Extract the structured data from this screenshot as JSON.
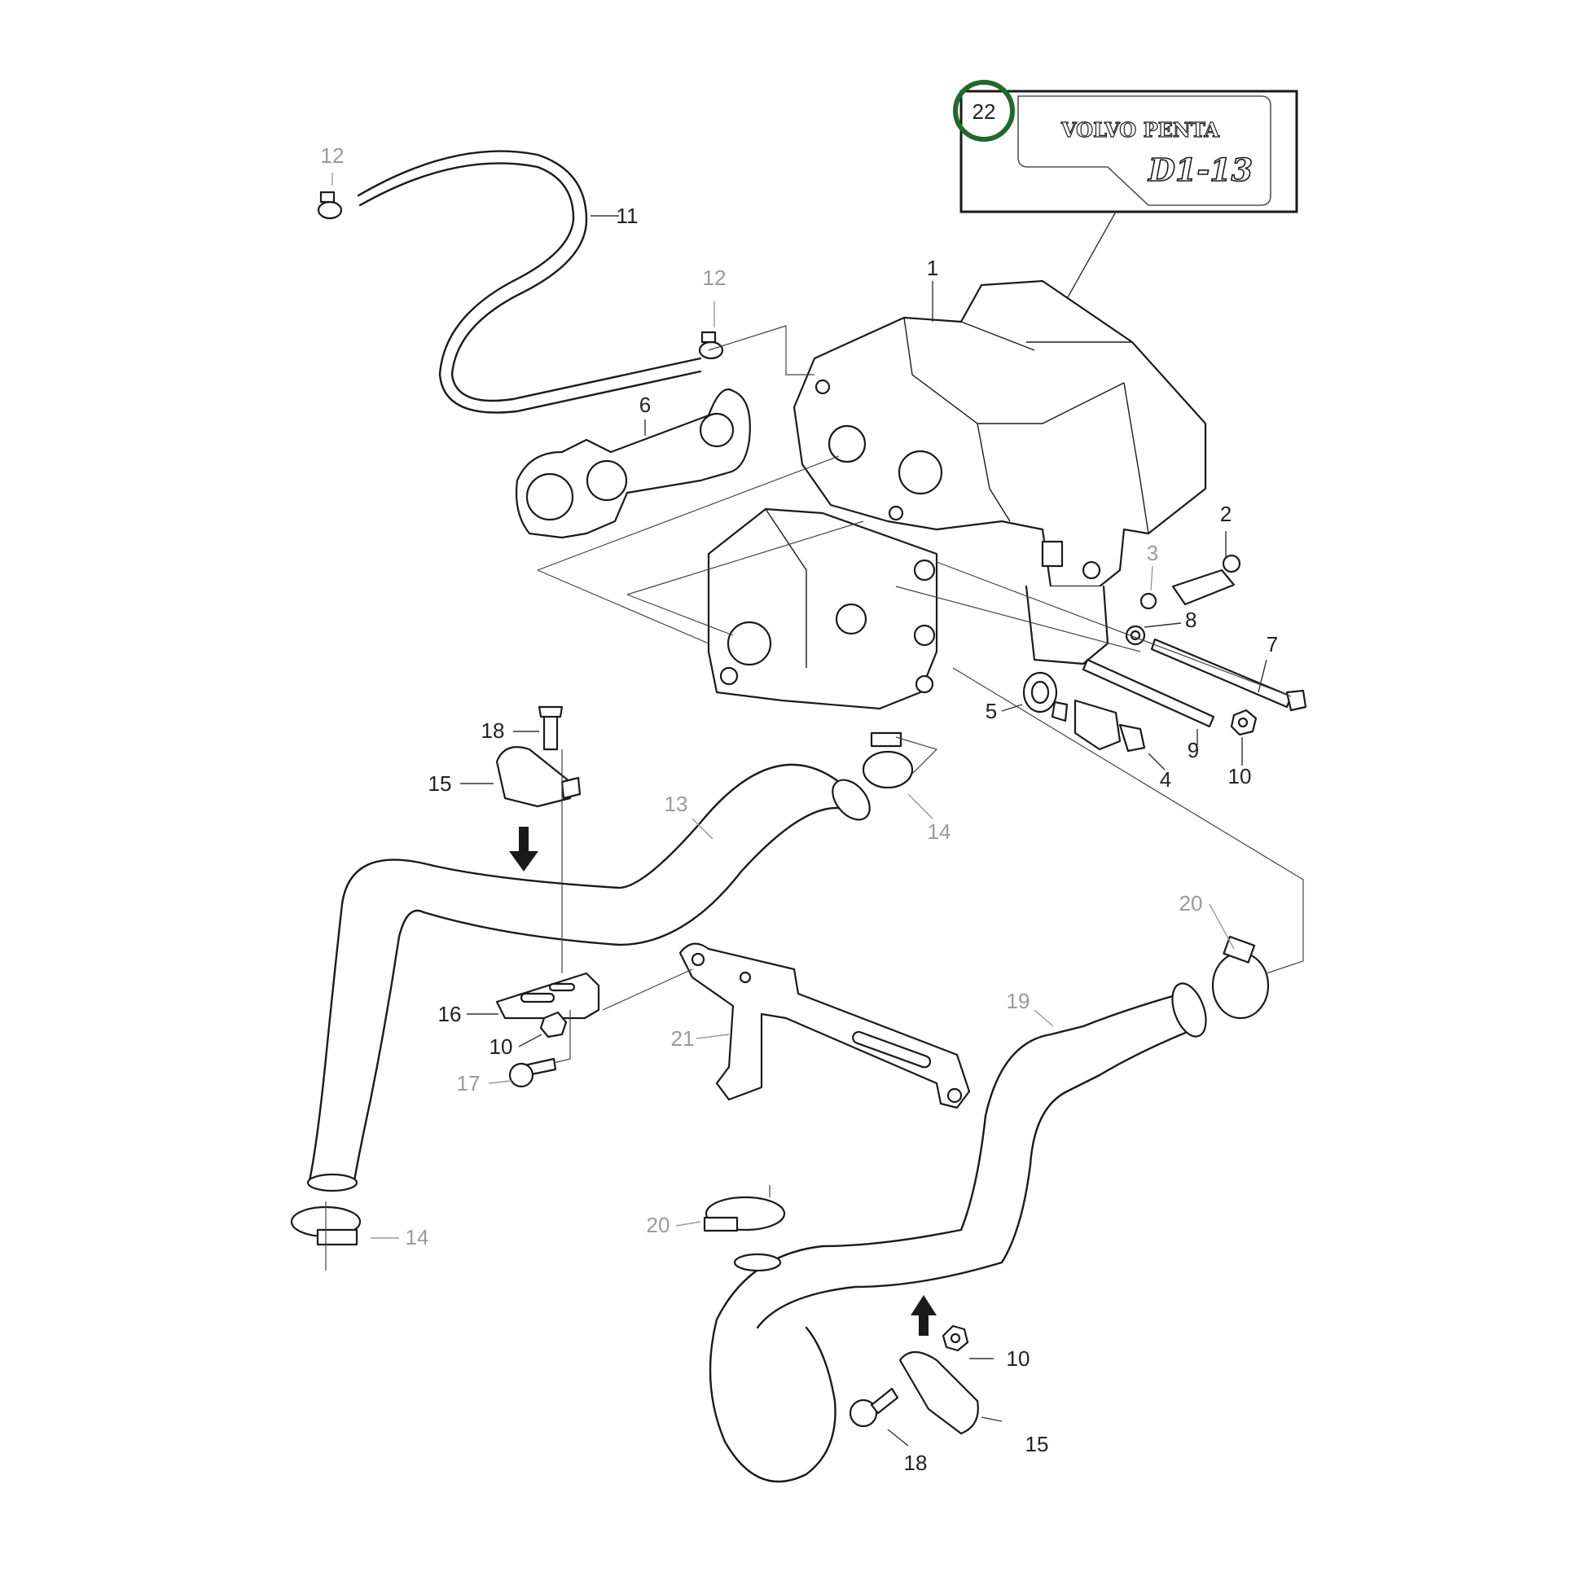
{
  "plate": {
    "callout_number": "22",
    "brand": "VOLVO PENTA",
    "model": "D1-13",
    "highlight_color": "#1f6b2c"
  },
  "labels": {
    "n1": "1",
    "n2": "2",
    "n3": "3",
    "n4": "4",
    "n5": "5",
    "n6": "6",
    "n7": "7",
    "n8": "8",
    "n9": "9",
    "n10a": "10",
    "n10b": "10",
    "n10c": "10",
    "n11": "11",
    "n12a": "12",
    "n12b": "12",
    "n13": "13",
    "n14a": "14",
    "n14b": "14",
    "n15a": "15",
    "n15b": "15",
    "n16": "16",
    "n17": "17",
    "n18a": "18",
    "n18b": "18",
    "n19": "19",
    "n20a": "20",
    "n20b": "20",
    "n21": "21"
  }
}
